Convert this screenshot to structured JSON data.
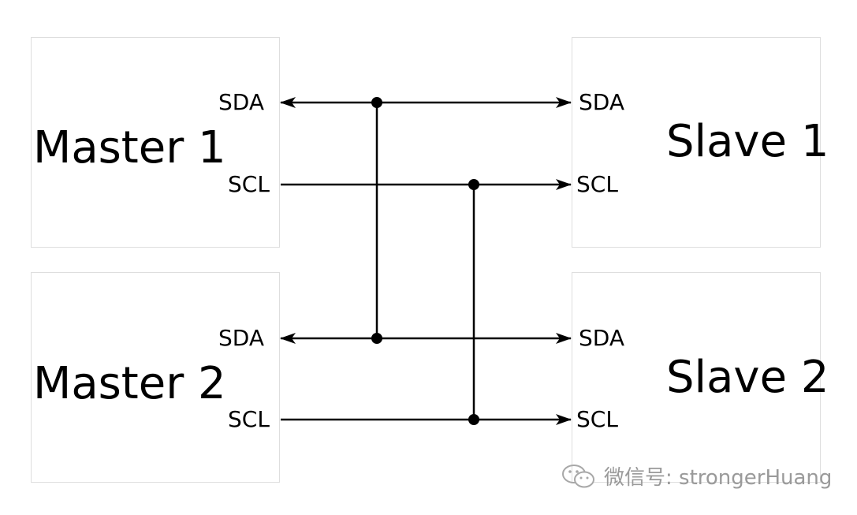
{
  "masters": [
    {
      "title": "Master 1",
      "pins": {
        "sda": "SDA",
        "scl": "SCL"
      }
    },
    {
      "title": "Master 2",
      "pins": {
        "sda": "SDA",
        "scl": "SCL"
      }
    }
  ],
  "slaves": [
    {
      "title": "Slave 1",
      "pins": {
        "sda": "SDA",
        "scl": "SCL"
      }
    },
    {
      "title": "Slave 2",
      "pins": {
        "sda": "SDA",
        "scl": "SCL"
      }
    }
  ],
  "watermark": {
    "text": "微信号: strongerHuang",
    "icon": "wechat-icon",
    "color": "#9a9a9a"
  },
  "colors": {
    "line": "#000000",
    "block_border": "#dedede"
  }
}
